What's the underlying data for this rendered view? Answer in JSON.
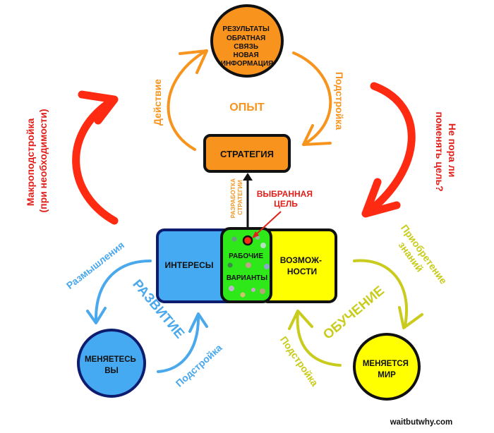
{
  "colors": {
    "orange": "#f7941d",
    "orange_fill": "#f8931e",
    "red": "#ff2a12",
    "red_text": "#e0201a",
    "blue": "#4aa8ec",
    "blue_fill": "#45aaf2",
    "dark_blue": "#0d1c6e",
    "yellow": "#ffff00",
    "olive": "#c9cc1c",
    "green": "#2ee81a",
    "black": "#111111"
  },
  "experience": {
    "results_circle_lines": [
      "РЕЗУЛЬТАТЫ",
      "ОБРАТНАЯ",
      "СВЯЗЬ",
      "НОВАЯ",
      "ИНФОРМАЦИЯ"
    ],
    "center_label": "ОПЫТ",
    "left_arrow_label": "Действие",
    "right_arrow_label": "Подстройка",
    "strategy_box": "СТРАТЕГИЯ"
  },
  "strategy_development_label": [
    "РАЗРАБОТКА",
    "СТРАТЕГИИ"
  ],
  "chosen_goal_label": [
    "ВЫБРАННАЯ",
    "ЦЕЛЬ"
  ],
  "macro_adjust_label": [
    "Макроподстройка",
    "(при необходимости)"
  ],
  "change_goal_label": [
    "Не пора ли",
    "поменять цель?"
  ],
  "core": {
    "interests": "ИНТЕРЕСЫ",
    "options_lines": [
      "РАБОЧИЕ",
      "ВАРИАНТЫ"
    ],
    "opportunities_lines": [
      "ВОЗМОЖ-",
      "НОСТИ"
    ]
  },
  "growth": {
    "title": "РАЗВИТИЕ",
    "reflection_label": "Размышления",
    "adjust_label": "Подстройка",
    "circle_lines": [
      "МЕНЯЕТЕСЬ",
      "ВЫ"
    ]
  },
  "learning": {
    "title": "ОБУЧЕНИЕ",
    "knowledge_label": [
      "Приобретение",
      "знаний"
    ],
    "adjust_label": "Подстройка",
    "circle_lines": [
      "МЕНЯЕТСЯ",
      "МИР"
    ]
  },
  "watermark": "waitbutwhy.com"
}
